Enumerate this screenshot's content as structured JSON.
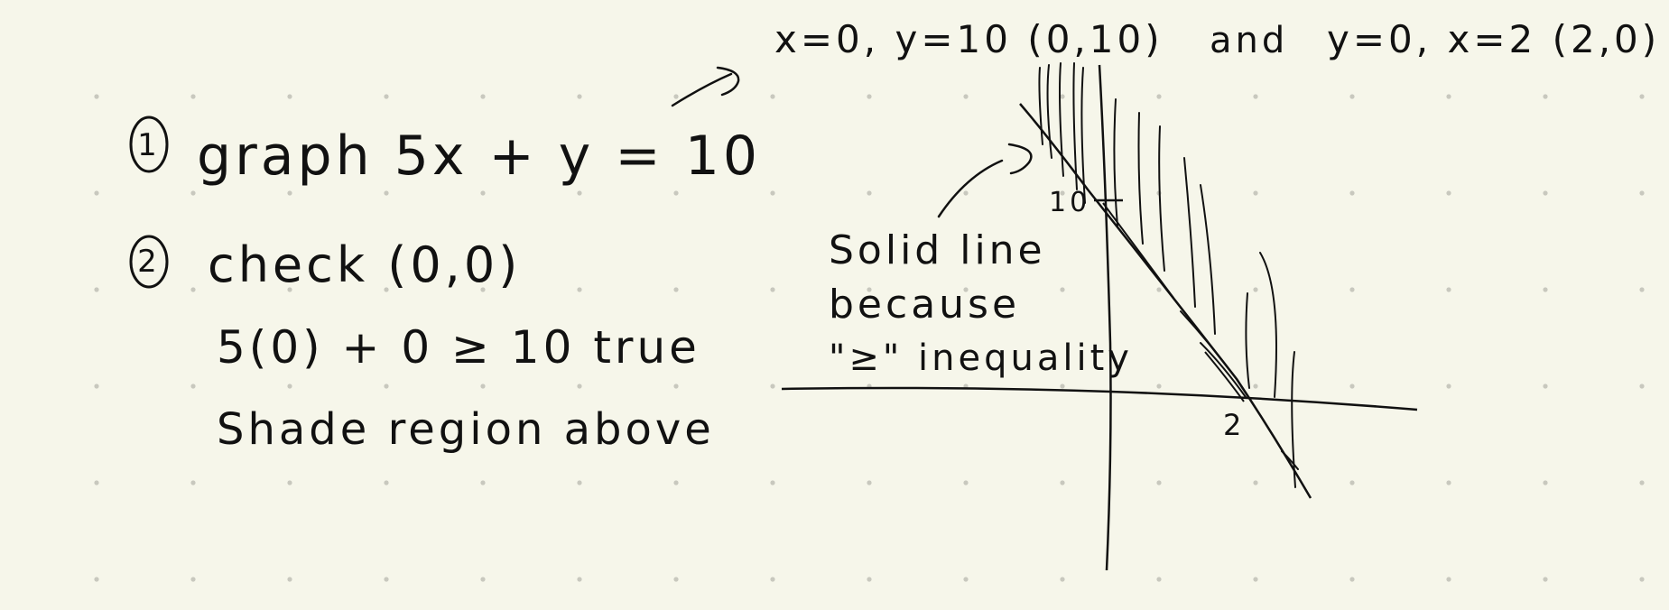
{
  "page": {
    "background": "#f6f6ea",
    "ink": "#111111",
    "dot_color": "#c8c8be"
  },
  "steps": [
    {
      "number": "1",
      "text": "graph 5x + y = 10"
    },
    {
      "number": "2",
      "text": "check (0,0)"
    }
  ],
  "work_lines": [
    "5(0) + 0 ≥ 10  true",
    "Shade region above"
  ],
  "intercepts_note": {
    "part1": "x=0, y=10 (0,10)",
    "connector": "and",
    "part2": "y=0, x=2 (2,0)"
  },
  "solid_line_note": [
    "Solid line",
    "because",
    "\"≥\" inequality"
  ],
  "graph": {
    "y_intercept_label": "10",
    "x_intercept_label": "2",
    "y_intercept_value": 10,
    "x_intercept_value": 2
  }
}
